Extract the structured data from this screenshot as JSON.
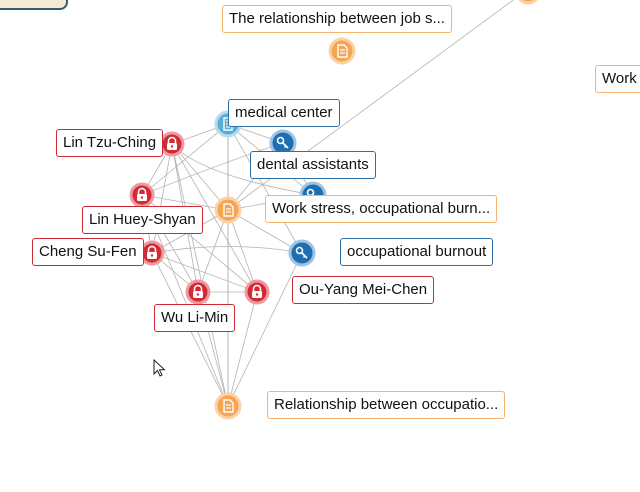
{
  "colors": {
    "document": "#f5a553",
    "document_border": "#f5b36e",
    "person": "#d32b34",
    "person_border": "#cc2b36",
    "keyword": "#1f6fb0",
    "keyword_border": "#2e6fa8",
    "institution": "#5aaed6",
    "edge": "#9a9a9a"
  },
  "labels": {
    "doc_job_stress": "The relationship between job s...",
    "work_right": "Work",
    "medical_center": "medical center",
    "dental_assistants": "dental assistants",
    "doc_work_stress": "Work stress, occupational burn...",
    "occupational_burnout": "occupational burnout",
    "doc_relationship": "Relationship between occupatio...",
    "lin_tzu_ching": "Lin Tzu-Ching",
    "lin_huey_shyan": "Lin Huey-Shyan",
    "cheng_su_fen": "Cheng Su-Fen",
    "ou_yang_mei_chen": "Ou-Yang Mei-Chen",
    "wu_li_min": "Wu Li-Min"
  },
  "icons": {
    "document": "document-icon",
    "person": "person-icon",
    "keyword": "key-icon",
    "institution": "building-icon",
    "cursor": "mouse-cursor-icon"
  }
}
